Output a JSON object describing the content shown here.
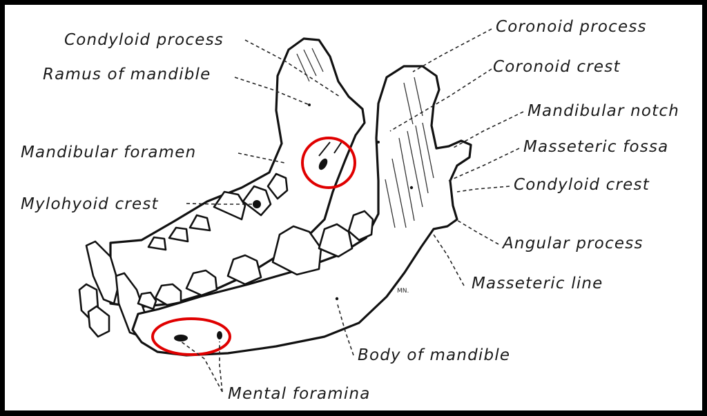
{
  "labels": {
    "condyloid_process": "Condyloid process",
    "ramus_of_mandible": "Ramus of mandible",
    "mandibular_foramen": "Mandibular foramen",
    "mylohyoid_crest": "Mylohyoid crest",
    "coronoid_process": "Coronoid process",
    "coronoid_crest": "Coronoid crest",
    "mandibular_notch": "Mandibular notch",
    "masseteric_fossa": "Masseteric fossa",
    "condyloid_crest": "Condyloid crest",
    "angular_process": "Angular process",
    "masseteric_line": "Masseteric line",
    "body_of_mandible": "Body of mandible",
    "mental_foramina": "Mental foramina"
  },
  "signature": "MN.",
  "colors": {
    "frame": "#000000",
    "line_art": "#111111",
    "highlight_ring": "#e00000",
    "background": "#ffffff"
  }
}
